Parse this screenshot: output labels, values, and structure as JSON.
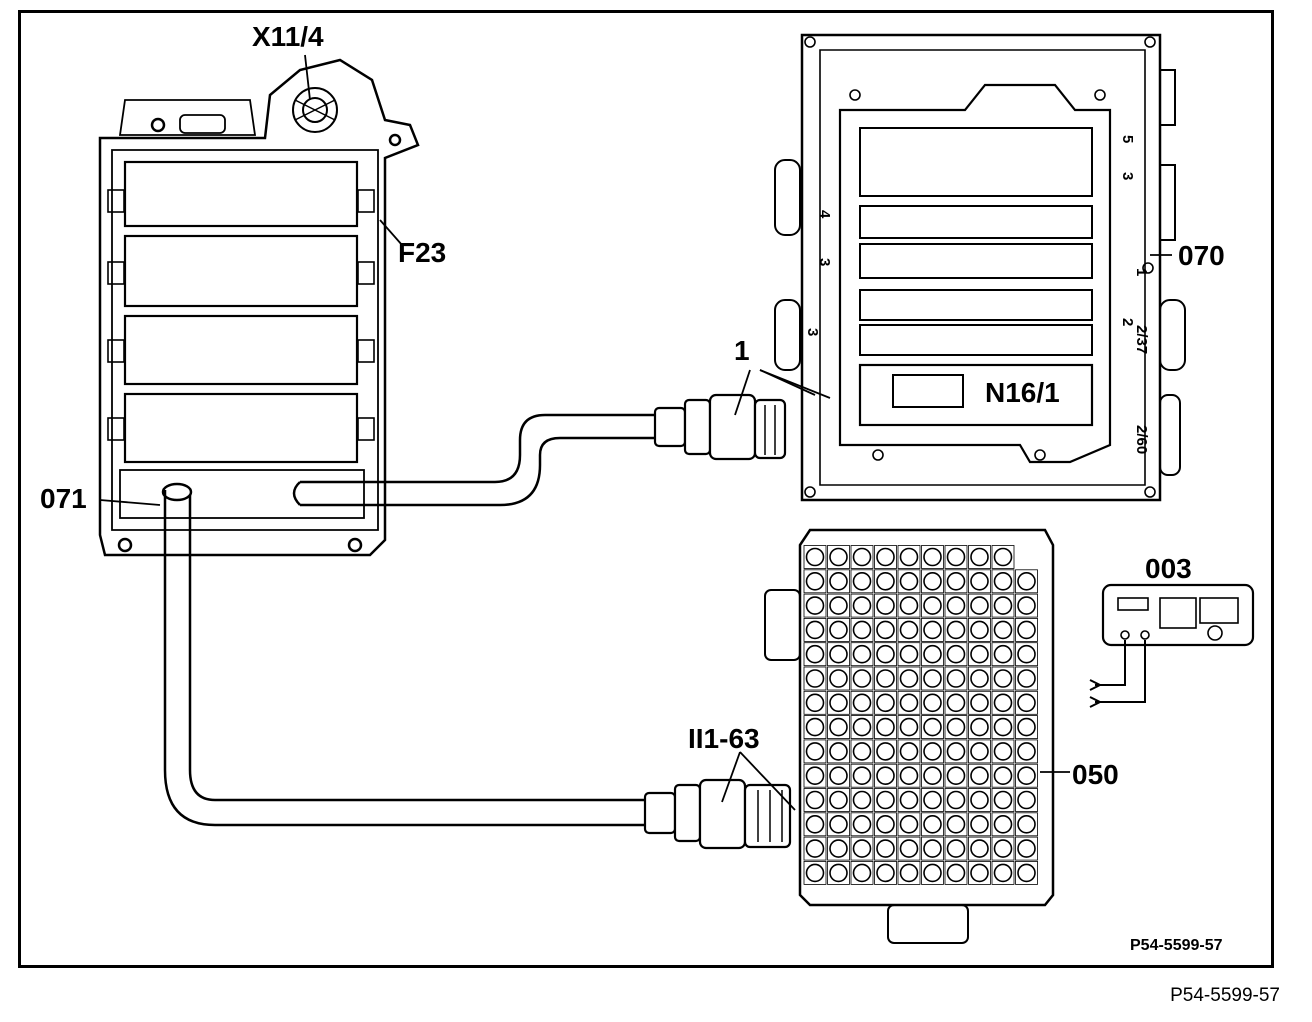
{
  "labels": {
    "x11_4": "X11/4",
    "f23": "F23",
    "n16_1": "N16/1",
    "l070": "070",
    "l071": "071",
    "l050": "050",
    "l003": "003",
    "one": "1",
    "ii1_63": "II1-63"
  },
  "ref_inside": "P54-5599-57",
  "ref_outside": "P54-5599-57",
  "adapter_side_numbers": [
    "4",
    "3",
    "3"
  ],
  "adapter_rail_marks": [
    "5",
    "3",
    "1",
    "2",
    "2/37",
    "2/60"
  ]
}
